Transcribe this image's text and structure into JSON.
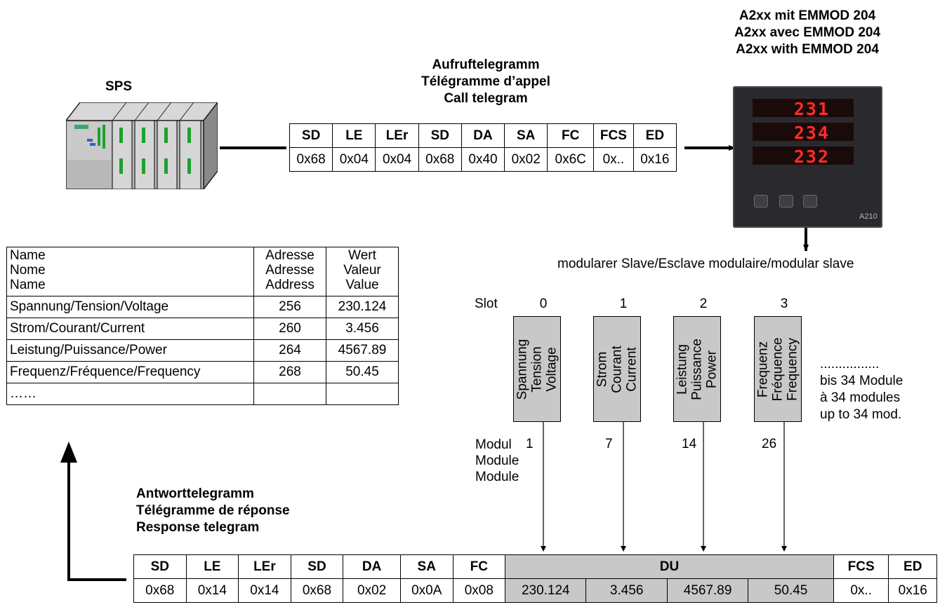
{
  "device": {
    "title_lines": [
      "A2xx mit EMMOD 204",
      "A2xx avec EMMOD 204",
      "A2xx with EMMOD 204"
    ],
    "display_values": [
      "231",
      "234",
      "232"
    ],
    "model": "A210"
  },
  "sps": {
    "label": "SPS"
  },
  "call_telegram": {
    "title_lines": [
      "Aufruftelegramm",
      "Télégramme d’appel",
      "Call telegram"
    ],
    "headers": [
      "SD",
      "LE",
      "LEr",
      "SD",
      "DA",
      "SA",
      "FC",
      "FCS",
      "ED"
    ],
    "values": [
      "0x68",
      "0x04",
      "0x04",
      "0x68",
      "0x40",
      "0x02",
      "0x6C",
      "0x..",
      "0x16"
    ]
  },
  "slave": {
    "label": "modularer Slave/Esclave modulaire/modular slave"
  },
  "slots": {
    "label": "Slot",
    "numbers": [
      "0",
      "1",
      "2",
      "3"
    ],
    "modules": [
      [
        "Spannung",
        "Tension",
        "Voltage"
      ],
      [
        "Strom",
        "Courant",
        "Current"
      ],
      [
        "Leistung",
        "Puissance",
        "Power"
      ],
      [
        "Frequenz",
        "Fréquence",
        "Frequency"
      ]
    ],
    "more_lines": [
      "................",
      "bis 34 Module",
      "à 34 modules",
      "up to 34 mod."
    ],
    "modul_label_lines": [
      "Modul",
      "Module",
      "Module"
    ],
    "modul_numbers": [
      "1",
      "7",
      "14",
      "26"
    ]
  },
  "data_table": {
    "header_name": [
      "Name",
      "Nome",
      "Name"
    ],
    "header_address": [
      "Adresse",
      "Adresse",
      "Address"
    ],
    "header_value": [
      "Wert",
      "Valeur",
      "Value"
    ],
    "rows": [
      {
        "name": "Spannung/Tension/Voltage",
        "address": "256",
        "value": "230.124"
      },
      {
        "name": "Strom/Courant/Current",
        "address": "260",
        "value": "3.456"
      },
      {
        "name": "Leistung/Puissance/Power",
        "address": "264",
        "value": "4567.89"
      },
      {
        "name": "Frequenz/Fréquence/Frequency",
        "address": "268",
        "value": "50.45"
      },
      {
        "name": "……",
        "address": "",
        "value": ""
      }
    ]
  },
  "response_telegram": {
    "title_lines": [
      "Antworttelegramm",
      "Télégramme de réponse",
      "Response telegram"
    ],
    "headers": [
      "SD",
      "LE",
      "LEr",
      "SD",
      "DA",
      "SA",
      "FC",
      "DU",
      "FCS",
      "ED"
    ],
    "values": [
      "0x68",
      "0x14",
      "0x14",
      "0x68",
      "0x02",
      "0x0A",
      "0x08",
      "230.124",
      "3.456",
      "4567.89",
      "50.45",
      "0x..",
      "0x16"
    ]
  }
}
